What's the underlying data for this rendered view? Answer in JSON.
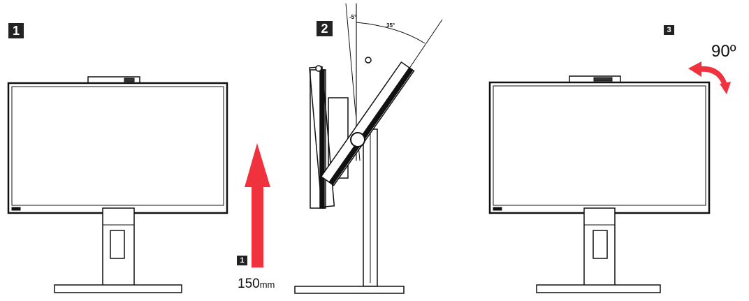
{
  "steps": {
    "step1": "1",
    "step2": "2",
    "step3": "3",
    "height_step": "1"
  },
  "height_adjust": {
    "value": "150",
    "unit": "mm",
    "arrow_color": "#f0323f"
  },
  "tilt": {
    "back_angle": "-5°",
    "forward_angle": "35°"
  },
  "pivot": {
    "angle": "90º",
    "arrow_color": "#f0323f"
  }
}
